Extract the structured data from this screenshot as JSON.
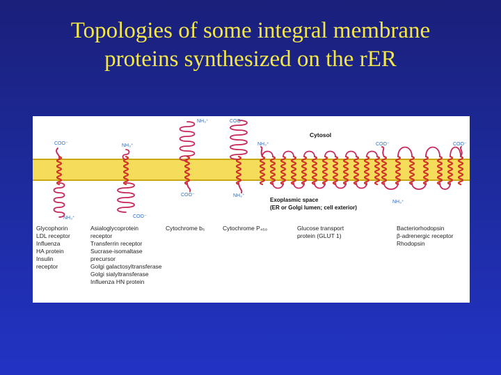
{
  "slide": {
    "title_line1": "Topologies of some integral membrane",
    "title_line2": "proteins synthesized on the rER"
  },
  "diagram": {
    "region_labels": {
      "cytosol": "Cytosol",
      "exoplasmic_line1": "Exoplasmic space",
      "exoplasmic_line2": "(ER or Golgi lumen; cell exterior)"
    },
    "termini": {
      "p1_top": "COO⁻",
      "p1_bottom": "NH₃⁺",
      "p2_top": "NH₃⁺",
      "p2_bottom": "COO⁻",
      "p3_top": "NH₃⁺",
      "p3_bottom": "COO⁻",
      "p4_top": "COO⁻",
      "p4_bottom": "NH₃⁺",
      "p5_top": "NH₃⁺",
      "p6_top_left": "COO⁻",
      "p6_top_right": "COO⁻",
      "p6_bottom": "NH₃⁺"
    },
    "groups": [
      {
        "lines": [
          "Glycophorin",
          "LDL receptor",
          "Influenza",
          "HA protein",
          "Insulin",
          "receptor"
        ]
      },
      {
        "lines": [
          "Asialoglycoprotein",
          "receptor",
          "Transferrin receptor",
          "Sucrase-isomaltase",
          "precursor",
          "Golgi galactosyltransferase",
          "Golgi sialyltransferase",
          "Influenza HN protein"
        ]
      },
      {
        "lines": [
          "Cytochrome b₅"
        ]
      },
      {
        "lines": [
          "Cytochrome P₄₅₀"
        ]
      },
      {
        "lines": [
          "Glucose transport",
          "protein (GLUT 1)"
        ]
      },
      {
        "lines": [
          "Bacteriorhodopsin",
          "β-adrenergic receptor",
          "Rhodopsin"
        ]
      }
    ],
    "colors": {
      "membrane": "#f5dc5a",
      "membrane_edge": "#c8a814",
      "chain": "#c8295a",
      "helix": "#d0322a",
      "terminus_text": "#2a6fc8"
    }
  }
}
